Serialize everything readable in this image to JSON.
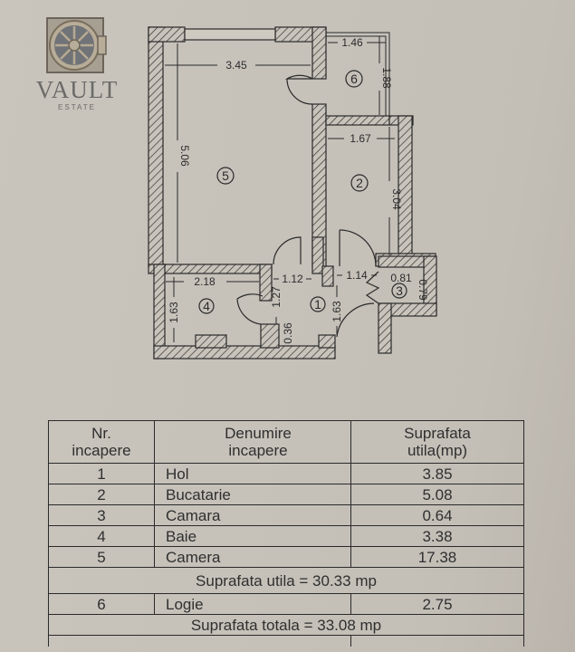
{
  "logo": {
    "brand": "VAULT",
    "subtitle": "ESTATE",
    "icon": "vault-door-icon"
  },
  "floor_plan": {
    "dimensions": {
      "room5_width": "3.45",
      "room5_height": "5.06",
      "room6_width": "1.46",
      "room6_height": "1.88",
      "room2_width": "1.67",
      "room2_height": "3.04",
      "room4_width": "2.18",
      "room4_height": "1.63",
      "hall_left": "1.12",
      "hall_right": "1.14",
      "hall_height": "1.63",
      "hall_door_top": "1.27",
      "hall_door_bottom": "0.36",
      "room3_width": "0.81",
      "room3_height": "0.79"
    },
    "room_labels": [
      "1",
      "2",
      "3",
      "4",
      "5",
      "6"
    ]
  },
  "table": {
    "headers": {
      "nr": "Nr.\nincapere",
      "nr_line1": "Nr.",
      "nr_line2": "incapere",
      "name_line1": "Denumire",
      "name_line2": "incapere",
      "area_line1": "Suprafata",
      "area_line2": "utila(mp)"
    },
    "rows": [
      {
        "nr": "1",
        "name": "Hol",
        "area": "3.85"
      },
      {
        "nr": "2",
        "name": "Bucatarie",
        "area": "5.08"
      },
      {
        "nr": "3",
        "name": "Camara",
        "area": "0.64"
      },
      {
        "nr": "4",
        "name": "Baie",
        "area": "3.38"
      },
      {
        "nr": "5",
        "name": "Camera",
        "area": "17.38"
      }
    ],
    "useful_total": "Suprafata utila = 30.33 mp",
    "extra_rows": [
      {
        "nr": "6",
        "name": "Logie",
        "area": "2.75"
      }
    ],
    "grand_total": "Suprafata totala = 33.08 mp"
  }
}
